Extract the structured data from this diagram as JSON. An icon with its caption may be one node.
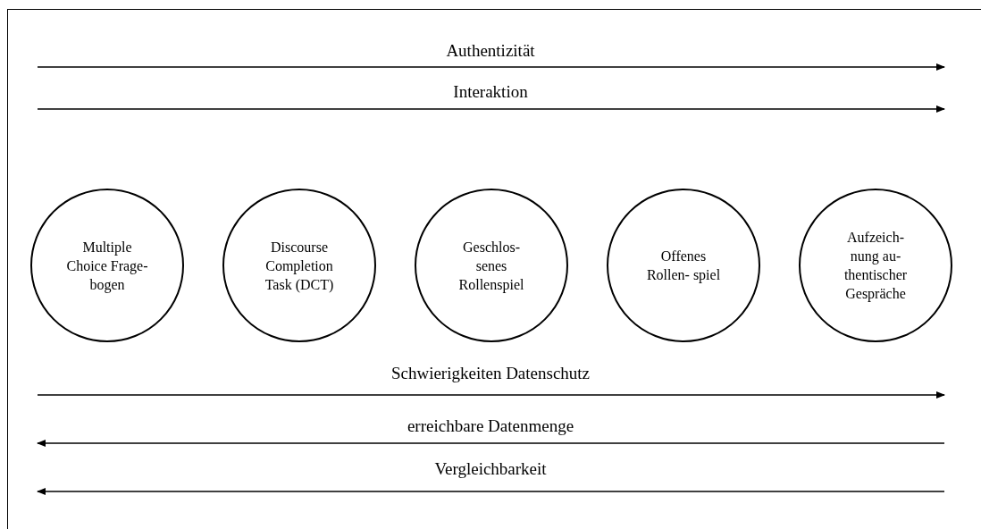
{
  "diagram": {
    "nodes": [
      {
        "text": [
          "Multiple Choice Frage- bogen"
        ]
      },
      {
        "text": [
          "Discourse Completion Task (DCT)"
        ]
      },
      {
        "text": [
          "Geschlos- senes Rollenspiel"
        ]
      },
      {
        "text": [
          "Offenes Rollen- spiel"
        ]
      },
      {
        "text": [
          "Aufzeich- nung au- thentischer Gespräche"
        ]
      }
    ],
    "labels": [
      "Authentizität",
      "Interaktion",
      "Schwierigkeiten Datenschutz",
      "erreichbare Datenmenge",
      "Vergleichbarkeit"
    ]
  }
}
